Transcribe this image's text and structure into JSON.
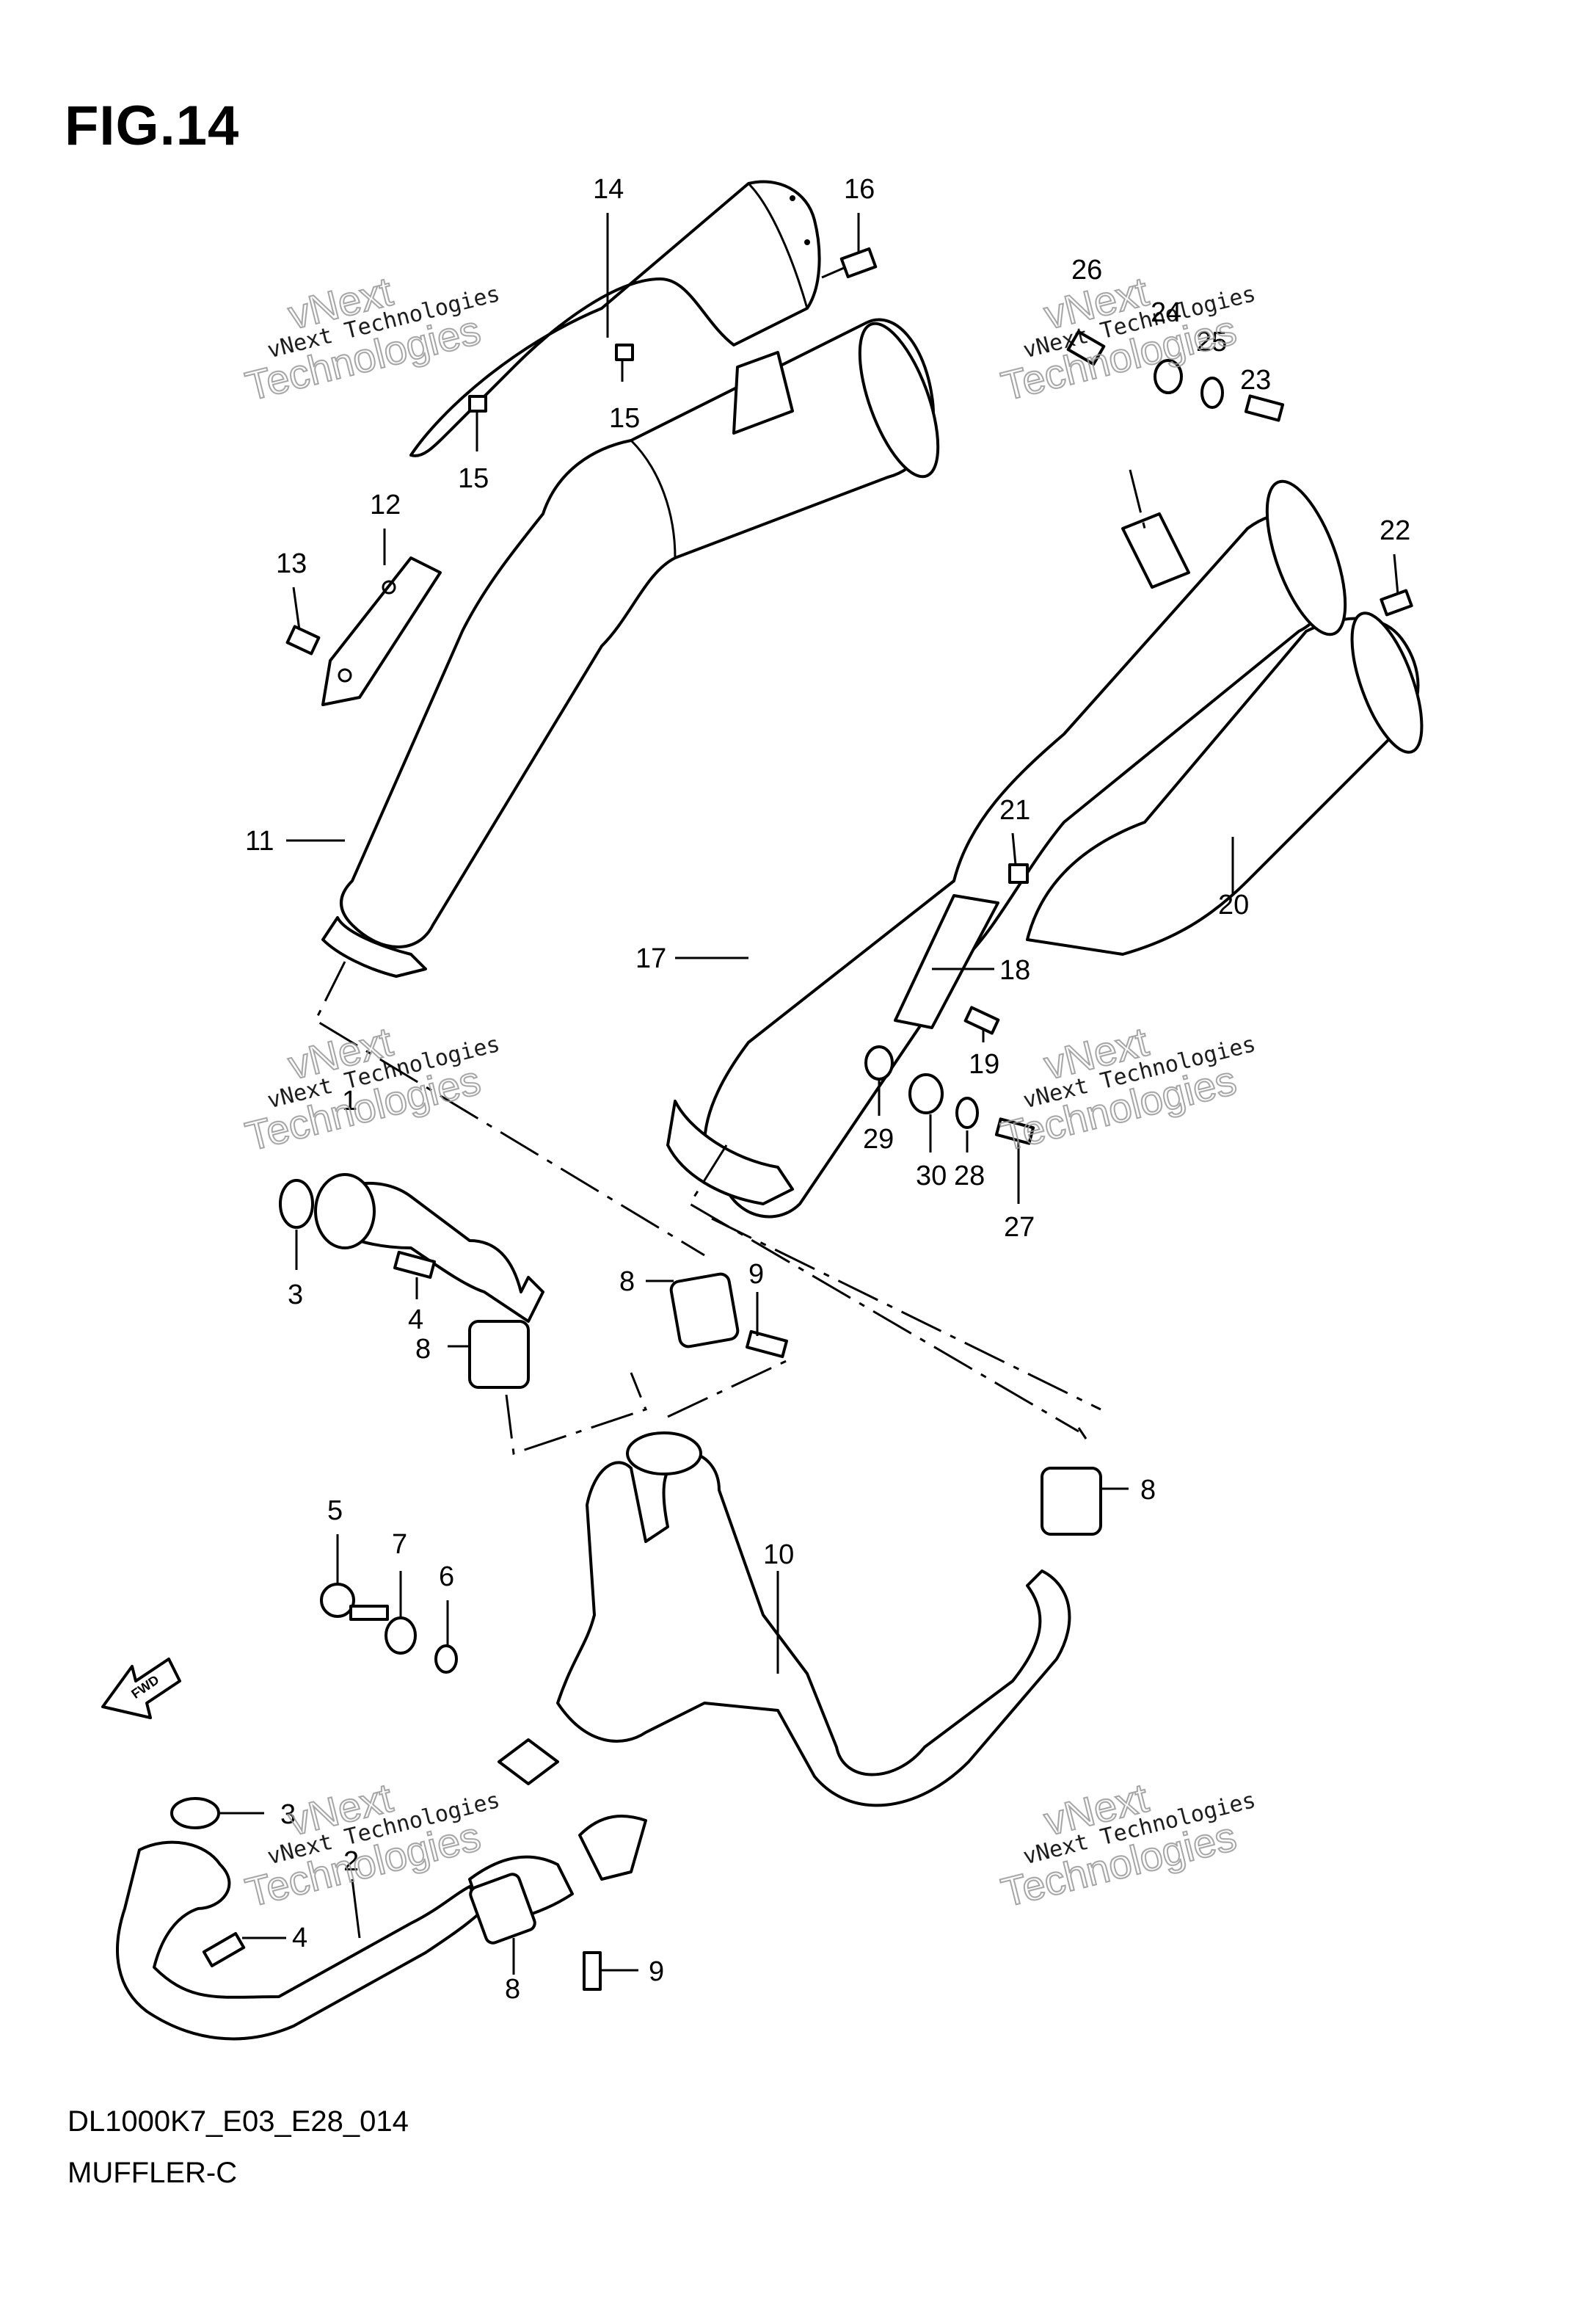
{
  "figure": {
    "title": "FIG.14",
    "model_code": "DL1000K7_E03_E28_014",
    "section_name": "MUFFLER-C"
  },
  "watermark": {
    "line1": "vNext Technologies",
    "line2": "vNext",
    "line3": "Technologies"
  },
  "callouts": [
    {
      "id": "c14",
      "text": "14"
    },
    {
      "id": "c16",
      "text": "16"
    },
    {
      "id": "c15a",
      "text": "15"
    },
    {
      "id": "c15b",
      "text": "15"
    },
    {
      "id": "c26",
      "text": "26"
    },
    {
      "id": "c24",
      "text": "24"
    },
    {
      "id": "c25",
      "text": "25"
    },
    {
      "id": "c23",
      "text": "23"
    },
    {
      "id": "c12",
      "text": "12"
    },
    {
      "id": "c13",
      "text": "13"
    },
    {
      "id": "c22",
      "text": "22"
    },
    {
      "id": "c11",
      "text": "11"
    },
    {
      "id": "c21",
      "text": "21"
    },
    {
      "id": "c20",
      "text": "20"
    },
    {
      "id": "c17",
      "text": "17"
    },
    {
      "id": "c18",
      "text": "18"
    },
    {
      "id": "c19",
      "text": "19"
    },
    {
      "id": "c29",
      "text": "29"
    },
    {
      "id": "c30",
      "text": "30"
    },
    {
      "id": "c28",
      "text": "28"
    },
    {
      "id": "c27",
      "text": "27"
    },
    {
      "id": "c1",
      "text": "1"
    },
    {
      "id": "c3a",
      "text": "3"
    },
    {
      "id": "c4a",
      "text": "4"
    },
    {
      "id": "c8a",
      "text": "8"
    },
    {
      "id": "c8b",
      "text": "8"
    },
    {
      "id": "c9a",
      "text": "9"
    },
    {
      "id": "c8c",
      "text": "8"
    },
    {
      "id": "c5",
      "text": "5"
    },
    {
      "id": "c7",
      "text": "7"
    },
    {
      "id": "c6",
      "text": "6"
    },
    {
      "id": "c10",
      "text": "10"
    },
    {
      "id": "c3b",
      "text": "3"
    },
    {
      "id": "c2",
      "text": "2"
    },
    {
      "id": "c4b",
      "text": "4"
    },
    {
      "id": "c8d",
      "text": "8"
    },
    {
      "id": "c9b",
      "text": "9"
    }
  ],
  "fwd_label": "FWD"
}
